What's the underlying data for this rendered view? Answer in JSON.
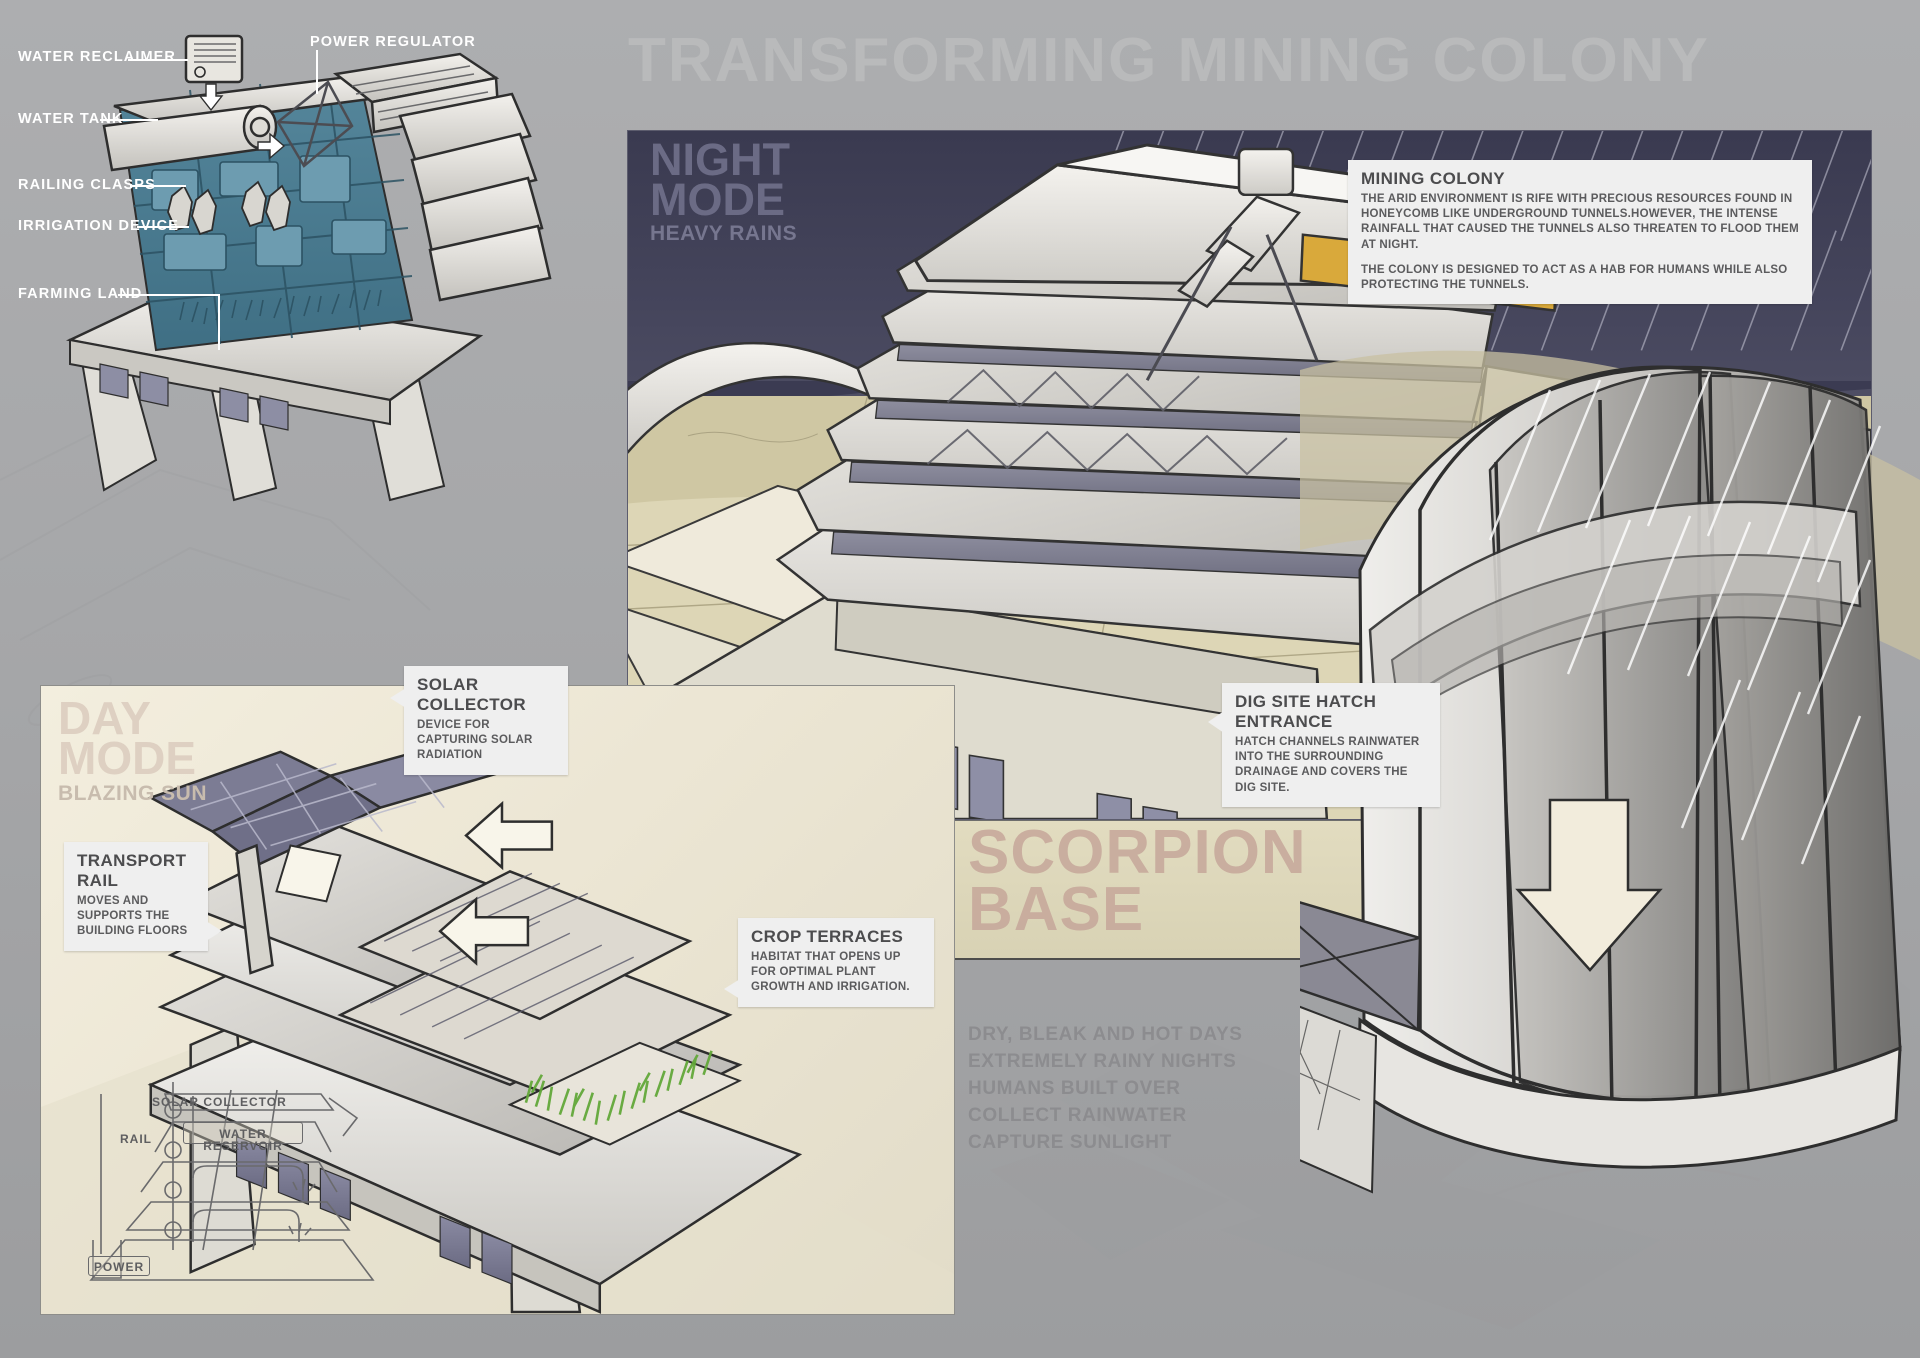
{
  "poster": {
    "title": "TRANSFORMING MINING COLONY",
    "brand_title_line1": "SCORPION",
    "brand_title_line2": "BASE",
    "brand_bullets": [
      "DRY, BLEAK AND HOT DAYS",
      "EXTREMELY RAINY NIGHTS",
      "HUMANS BUILT OVER",
      "COLLECT RAINWATER",
      "CAPTURE SUNLIGHT"
    ],
    "colors": {
      "background": "#a8a9ab",
      "night_panel": "#3b3b52",
      "day_panel": "#ece6d4",
      "scorpion_panel": "#ddd7ba",
      "accent_amber": "#d9a93b",
      "cutaway_teal": "#4d7f94",
      "callout_bg": "#efefef",
      "title_grey": "#b9babb",
      "scorpion_title": "#c6a79a"
    }
  },
  "night_mode": {
    "line1": "NIGHT",
    "line2": "MODE",
    "subtitle": "HEAVY RAINS"
  },
  "day_mode": {
    "line1": "DAY",
    "line2": "MODE",
    "subtitle": "BLAZING SUN"
  },
  "callouts": [
    {
      "id": "mining-colony",
      "title": "MINING COLONY",
      "paragraphs": [
        "THE ARID ENVIRONMENT IS RIFE WITH PRECIOUS RESOURCES FOUND IN HONEYCOMB LIKE UNDERGROUND TUNNELS.HOWEVER, THE INTENSE RAINFALL THAT CAUSED THE TUNNELS ALSO THREATEN TO FLOOD THEM AT NIGHT.",
        "THE COLONY IS DESIGNED TO ACT AS A HAB FOR HUMANS WHILE ALSO PROTECTING THE TUNNELS."
      ]
    },
    {
      "id": "dig-site-hatch-entrance",
      "title": "DIG SITE HATCH ENTRANCE",
      "paragraphs": [
        "HATCH CHANNELS RAINWATER INTO THE SURROUNDING DRAINAGE AND COVERS THE DIG SITE."
      ]
    },
    {
      "id": "solar-collector",
      "title": "SOLAR COLLECTOR",
      "paragraphs": [
        "DEVICE FOR CAPTURING SOLAR RADIATION"
      ]
    },
    {
      "id": "transport-rail",
      "title": "TRANSPORT RAIL",
      "paragraphs": [
        "MOVES AND SUPPORTS THE BUILDING FLOORS"
      ]
    },
    {
      "id": "crop-terraces",
      "title": "CROP TERRACES",
      "paragraphs": [
        "HABITAT THAT OPENS UP FOR OPTIMAL PLANT GROWTH AND IRRIGATION."
      ]
    }
  ],
  "cutaway_labels": [
    {
      "id": "water-reclaimer",
      "text": "WATER RECLAIMER"
    },
    {
      "id": "power-regulator",
      "text": "POWER REGULATOR"
    },
    {
      "id": "water-tank",
      "text": "WATER TANK"
    },
    {
      "id": "railing-clasps",
      "text": "RAILING CLASPS"
    },
    {
      "id": "irrigation-device",
      "text": "IRRIGATION DEVICE"
    },
    {
      "id": "farming-land",
      "text": "FARMING LAND"
    }
  ],
  "schematic": {
    "solar_collector": "SOLAR COLLECTOR",
    "rail": "RAIL",
    "water_reservoir": "WATER RESERVOIR",
    "power": "POWER"
  }
}
